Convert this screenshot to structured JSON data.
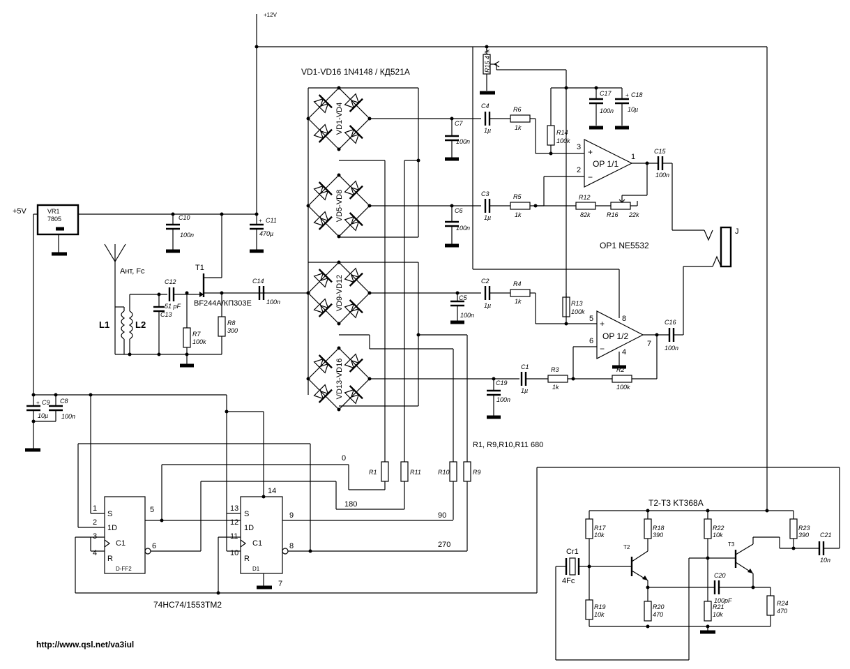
{
  "supply": {
    "v12": "+12V",
    "v5": "+5V"
  },
  "titles": {
    "diodes": "VD1-VD16 1N4148 / КД521А",
    "opamp": "OP1 NE5532",
    "resistors": "R1, R9,R10,R11 680",
    "transistors": "T2-T3 KT368A",
    "logic": "74HC74/1553TM2",
    "url": "http://www.qsl.net/va3iul"
  },
  "parts": {
    "vr1": "VR1",
    "vr1v": "7805",
    "ant": "Ант, Fc",
    "t1": "T1",
    "t1t": "BF244A/КП303Е",
    "l1": "L1",
    "l2": "L2",
    "c10": "C10",
    "c10v": "100n",
    "c11": "C11",
    "c11v": "470µ",
    "c12": "C12",
    "c12v": "51 pF",
    "c13": "C13",
    "c14": "C14",
    "c14v": "100n",
    "r7": "R7",
    "r7v": "100k",
    "r8": "R8",
    "r8v": "300",
    "vd1": "VD1-VD4",
    "vd5": "VD5-VD8",
    "vd9": "VD9-VD12",
    "vd13": "VD13-VD16",
    "c7": "C7",
    "c7v": "100n",
    "c6": "C6",
    "c6v": "100n",
    "c5": "C5",
    "c5v": "100n",
    "c19": "C19",
    "c19v": "100n",
    "c4": "C4",
    "c4v": "1µ",
    "c3": "C3",
    "c3v": "1µ",
    "c2": "C2",
    "c2v": "1µ",
    "c1": "C1",
    "c1v": "1µ",
    "r6": "R6",
    "r6v": "1k",
    "r5": "R5",
    "r5v": "1k",
    "r4": "R4",
    "r4v": "1k",
    "r3": "R3",
    "r3v": "1k",
    "r15": "R15 47k",
    "r14": "R14",
    "r14v": "100k",
    "r13": "R13",
    "r13v": "100k",
    "r12": "R12",
    "r12v": "82k",
    "r16": "R16",
    "r16v": "22k",
    "r2": "R2",
    "r2v": "100k",
    "c17": "C17",
    "c17v": "100n",
    "c18": "C18",
    "c18v": "10µ",
    "c15": "C15",
    "c15v": "100n",
    "c16": "C16",
    "c16v": "100n",
    "op11": "OP 1/1",
    "op12": "OP 1/2",
    "jack": "J",
    "c9": "C9",
    "c9v": "10µ",
    "c8": "C8",
    "c8v": "100n",
    "r1": "R1",
    "r11": "R11",
    "r10": "R10",
    "r9": "R9",
    "ph0": "0",
    "ph180": "180",
    "ph90": "90",
    "ph270": "270",
    "dff2": "D-FF2",
    "d1": "D1",
    "cr1": "Cr1",
    "cr1v": "4Fc",
    "r17": "R17",
    "r17v": "10k",
    "r18": "R18",
    "r18v": "390",
    "r19": "R19",
    "r19v": "10k",
    "r20": "R20",
    "r20v": "470",
    "r22": "R22",
    "r22v": "10k",
    "r21": "R21",
    "r21v": "10k",
    "r23": "R23",
    "r23v": "390",
    "r24": "R24",
    "r24v": "470",
    "c20": "C20",
    "c20v": "100pF",
    "c21": "C21",
    "c21v": "10n",
    "t2": "T2",
    "t3": "T3"
  },
  "pins": {
    "p1": "1",
    "p2": "2",
    "p3": "3",
    "p4": "4",
    "p5": "5",
    "p6": "6",
    "p7": "7",
    "p8": "8",
    "p9": "9",
    "p10": "10",
    "p11": "11",
    "p12": "12",
    "p13": "13",
    "p14": "14",
    "s": "S",
    "d1d": "1D",
    "c1": "C1",
    "r": "R",
    "oa3": "3",
    "oa2": "2",
    "oa1": "1",
    "oa5": "5",
    "oa6": "6",
    "oa7": "7",
    "oa8": "8",
    "oa4": "4",
    "plus": "+",
    "minus": "−"
  }
}
